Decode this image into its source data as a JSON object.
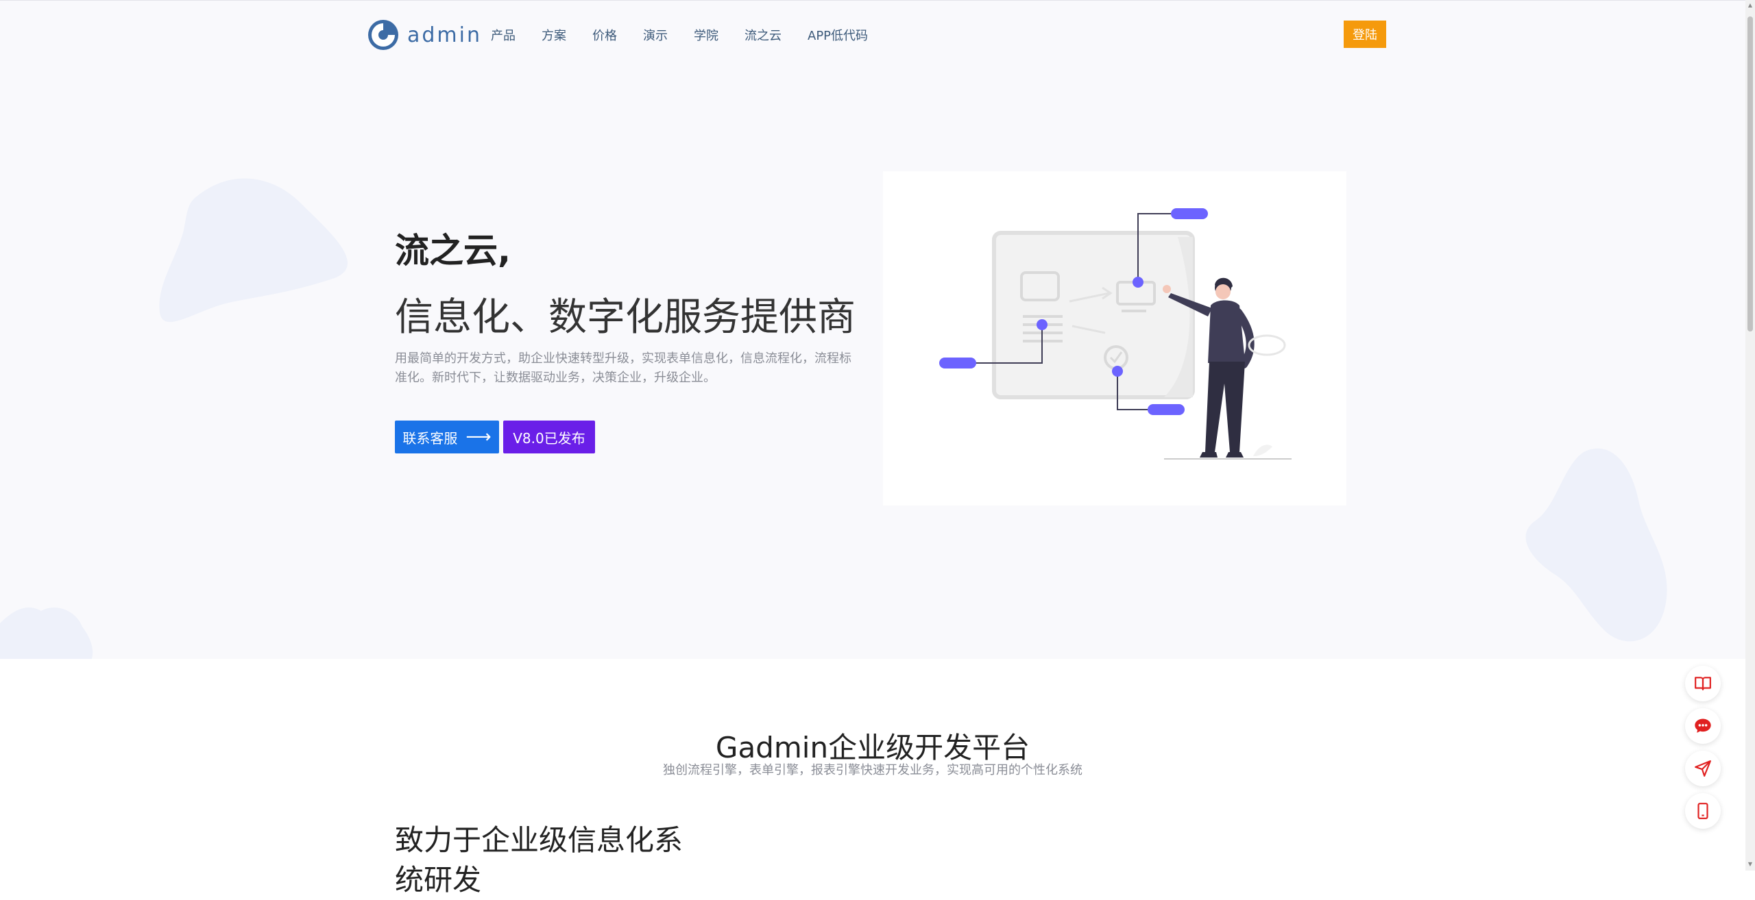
{
  "header": {
    "logo_text": "admin",
    "nav": [
      "产品",
      "方案",
      "价格",
      "演示",
      "学院",
      "流之云",
      "APP低代码"
    ],
    "login_label": "登陆"
  },
  "hero": {
    "title": "流之云,",
    "subtitle": "信息化、数字化服务提供商",
    "description": "用最简单的开发方式，助企业快速转型升级，实现表单信息化，信息流程化，流程标准化。新时代下，让数据驱动业务，决策企业，升级企业。",
    "contact_button": "联系客服",
    "release_button": "V8.0已发布"
  },
  "section": {
    "title": "Gadmin企业级开发平台",
    "subtitle": "独创流程引擎，表单引擎，报表引擎快速开发业务，实现高可用的个性化系统",
    "feature_title": "致力于企业级信息化系统研发"
  },
  "side_tools": [
    "book-icon",
    "chat-icon",
    "send-icon",
    "mobile-icon"
  ],
  "colors": {
    "brand_blue": "#3c6ba5",
    "login_orange": "#f59a0c",
    "contact_blue": "#1a73e8",
    "release_purple": "#6a1fe8",
    "accent_purple": "#6c63ff",
    "tool_red": "#e02020"
  }
}
